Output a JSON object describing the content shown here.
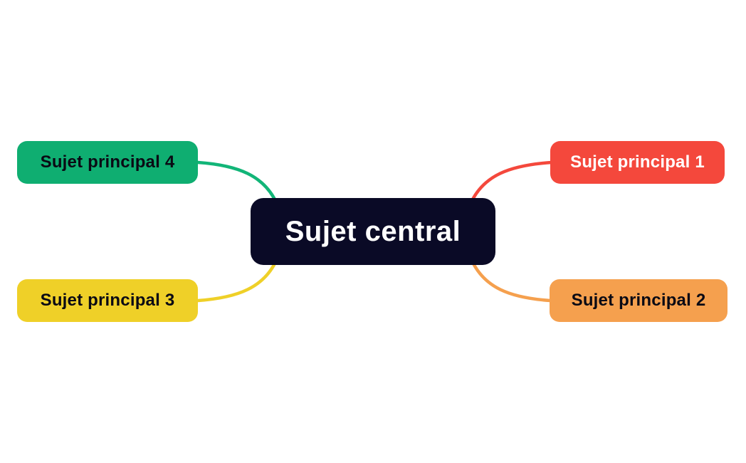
{
  "diagram": {
    "type": "mindmap",
    "background_color": "#FFFFFF",
    "central": {
      "label": "Sujet central",
      "bg_color": "#0A0A26",
      "text_color": "#FFFFFF"
    },
    "branches": [
      {
        "label": "Sujet principal 1",
        "position": "top-right",
        "bg_color": "#F4483C",
        "text_color": "#FFFFFF",
        "edge_color": "#F4483C"
      },
      {
        "label": "Sujet principal 2",
        "position": "bottom-right",
        "bg_color": "#F5A04E",
        "text_color": "#0A0A14",
        "edge_color": "#F5A04E"
      },
      {
        "label": "Sujet principal 3",
        "position": "bottom-left",
        "bg_color": "#EFD028",
        "text_color": "#0A0A14",
        "edge_color": "#EFD028"
      },
      {
        "label": "Sujet principal 4",
        "position": "top-left",
        "bg_color": "#0FAE71",
        "text_color": "#0A0A14",
        "edge_color": "#12B578"
      }
    ]
  }
}
